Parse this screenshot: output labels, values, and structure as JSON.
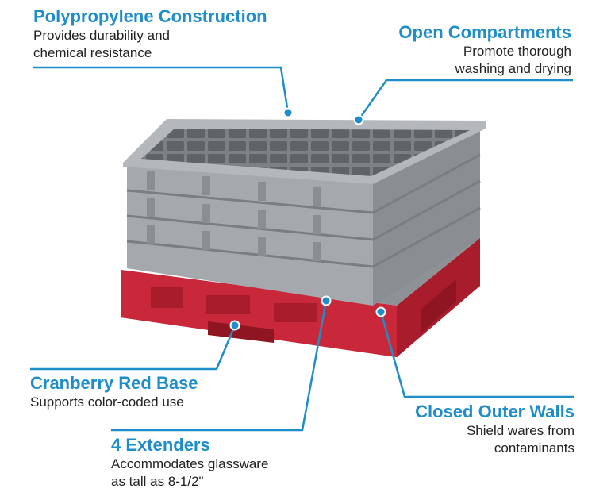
{
  "colors": {
    "accent": "#1f8dc8",
    "base_red": "#c8283a",
    "extender_gray": "#9ea1a5"
  },
  "callouts": [
    {
      "title": "Polypropylene Construction",
      "desc": [
        "Provides durability and",
        "chemical resistance"
      ]
    },
    {
      "title": "Open Compartments",
      "desc": [
        "Promote thorough",
        "washing and drying"
      ]
    },
    {
      "title": "Cranberry Red Base",
      "desc": [
        "Supports color-coded use"
      ]
    },
    {
      "title": "4 Extenders",
      "desc": [
        "Accommodates glassware",
        "as tall as 8-1/2\""
      ]
    },
    {
      "title": "Closed Outer Walls",
      "desc": [
        "Shield wares from",
        "contaminants"
      ]
    }
  ],
  "icons": [
    "rack-illustration",
    "leader-dot-icon"
  ]
}
